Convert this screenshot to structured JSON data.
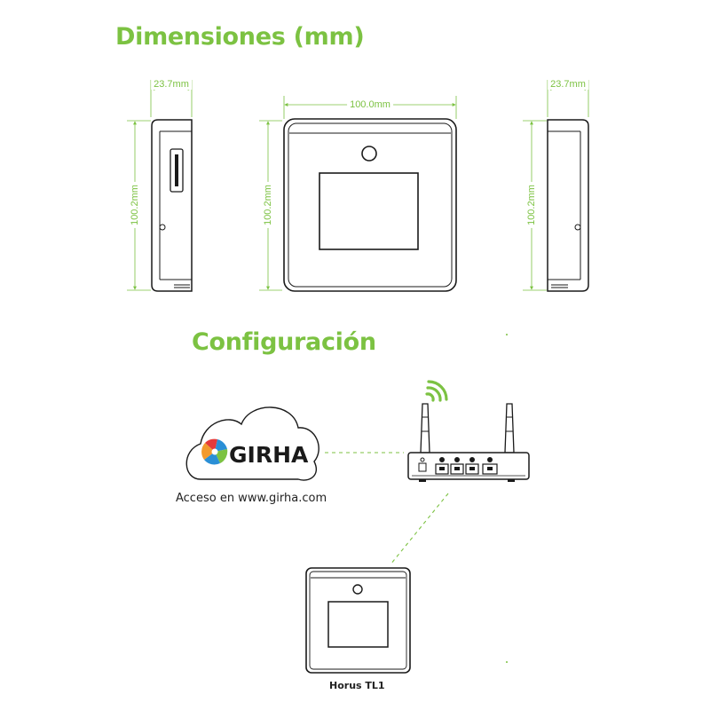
{
  "headings": {
    "dimensions": "Dimensiones (mm)",
    "configuration": "Configuración"
  },
  "dimensions": {
    "depth_label": "23.7mm",
    "width_label": "100.0mm",
    "height_label": "100.2mm"
  },
  "cloud": {
    "brand": "GIRHA",
    "caption": "Acceso en www.girha.com"
  },
  "device": {
    "name": "Horus TL1"
  },
  "colors": {
    "accent": "#7cc242",
    "outline": "#1a1a1a",
    "logo_red": "#e63a3a",
    "logo_blue": "#2a8fd6",
    "logo_green": "#7cc242",
    "logo_orange": "#f29a2e"
  },
  "icons": [
    "wifi-icon",
    "router-icon",
    "cloud-icon",
    "girha-logo-icon",
    "terminal-device-icon"
  ]
}
